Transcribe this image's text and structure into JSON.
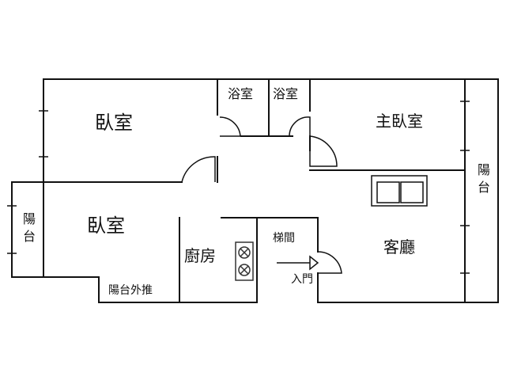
{
  "rooms": {
    "bedroom_top_left": "臥室",
    "bathroom_1": "浴室",
    "bathroom_2": "浴室",
    "master_bedroom": "主臥室",
    "bedroom_left": "臥室",
    "kitchen": "廚房",
    "stairwell": "梯間",
    "entrance": "入門",
    "living_room": "客廳",
    "balcony_left": "陽台",
    "balcony_right": "陽台",
    "balcony_extension": "陽台外推"
  },
  "colors": {
    "wall": "#111111",
    "fixture": "#333333"
  }
}
